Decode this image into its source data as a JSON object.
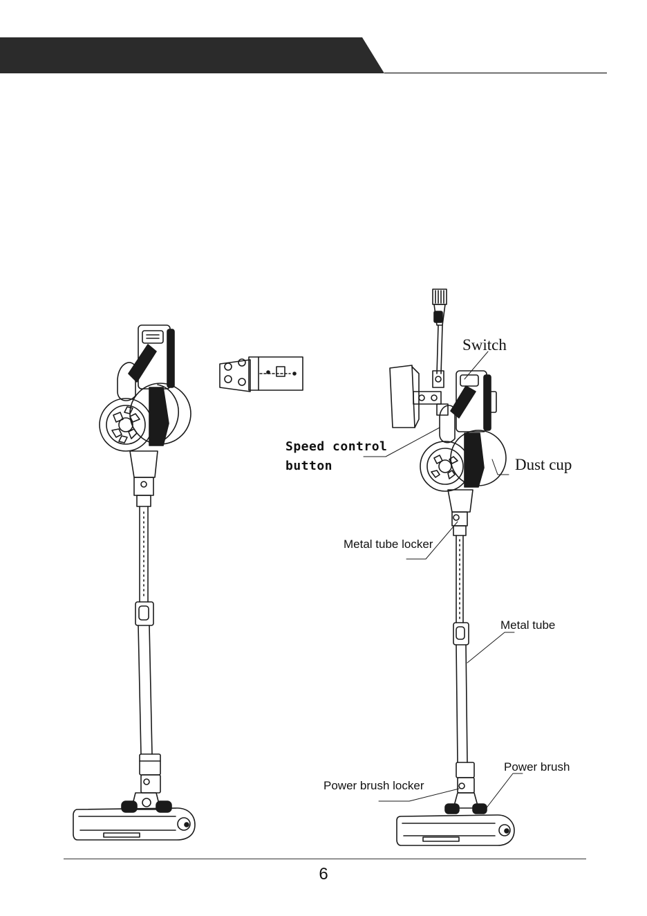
{
  "labels": {
    "switch": "Switch",
    "speed_control_line1": "Speed control",
    "speed_control_line2": "button",
    "dust_cup": "Dust cup",
    "metal_tube_locker": "Metal tube locker",
    "metal_tube": "Metal tube",
    "power_brush": "Power brush",
    "power_brush_locker": "Power brush locker"
  },
  "footer": {
    "page_number": "6"
  },
  "colors": {
    "header_band": "#2b2b2b",
    "line_art": "#1a1a1a"
  }
}
